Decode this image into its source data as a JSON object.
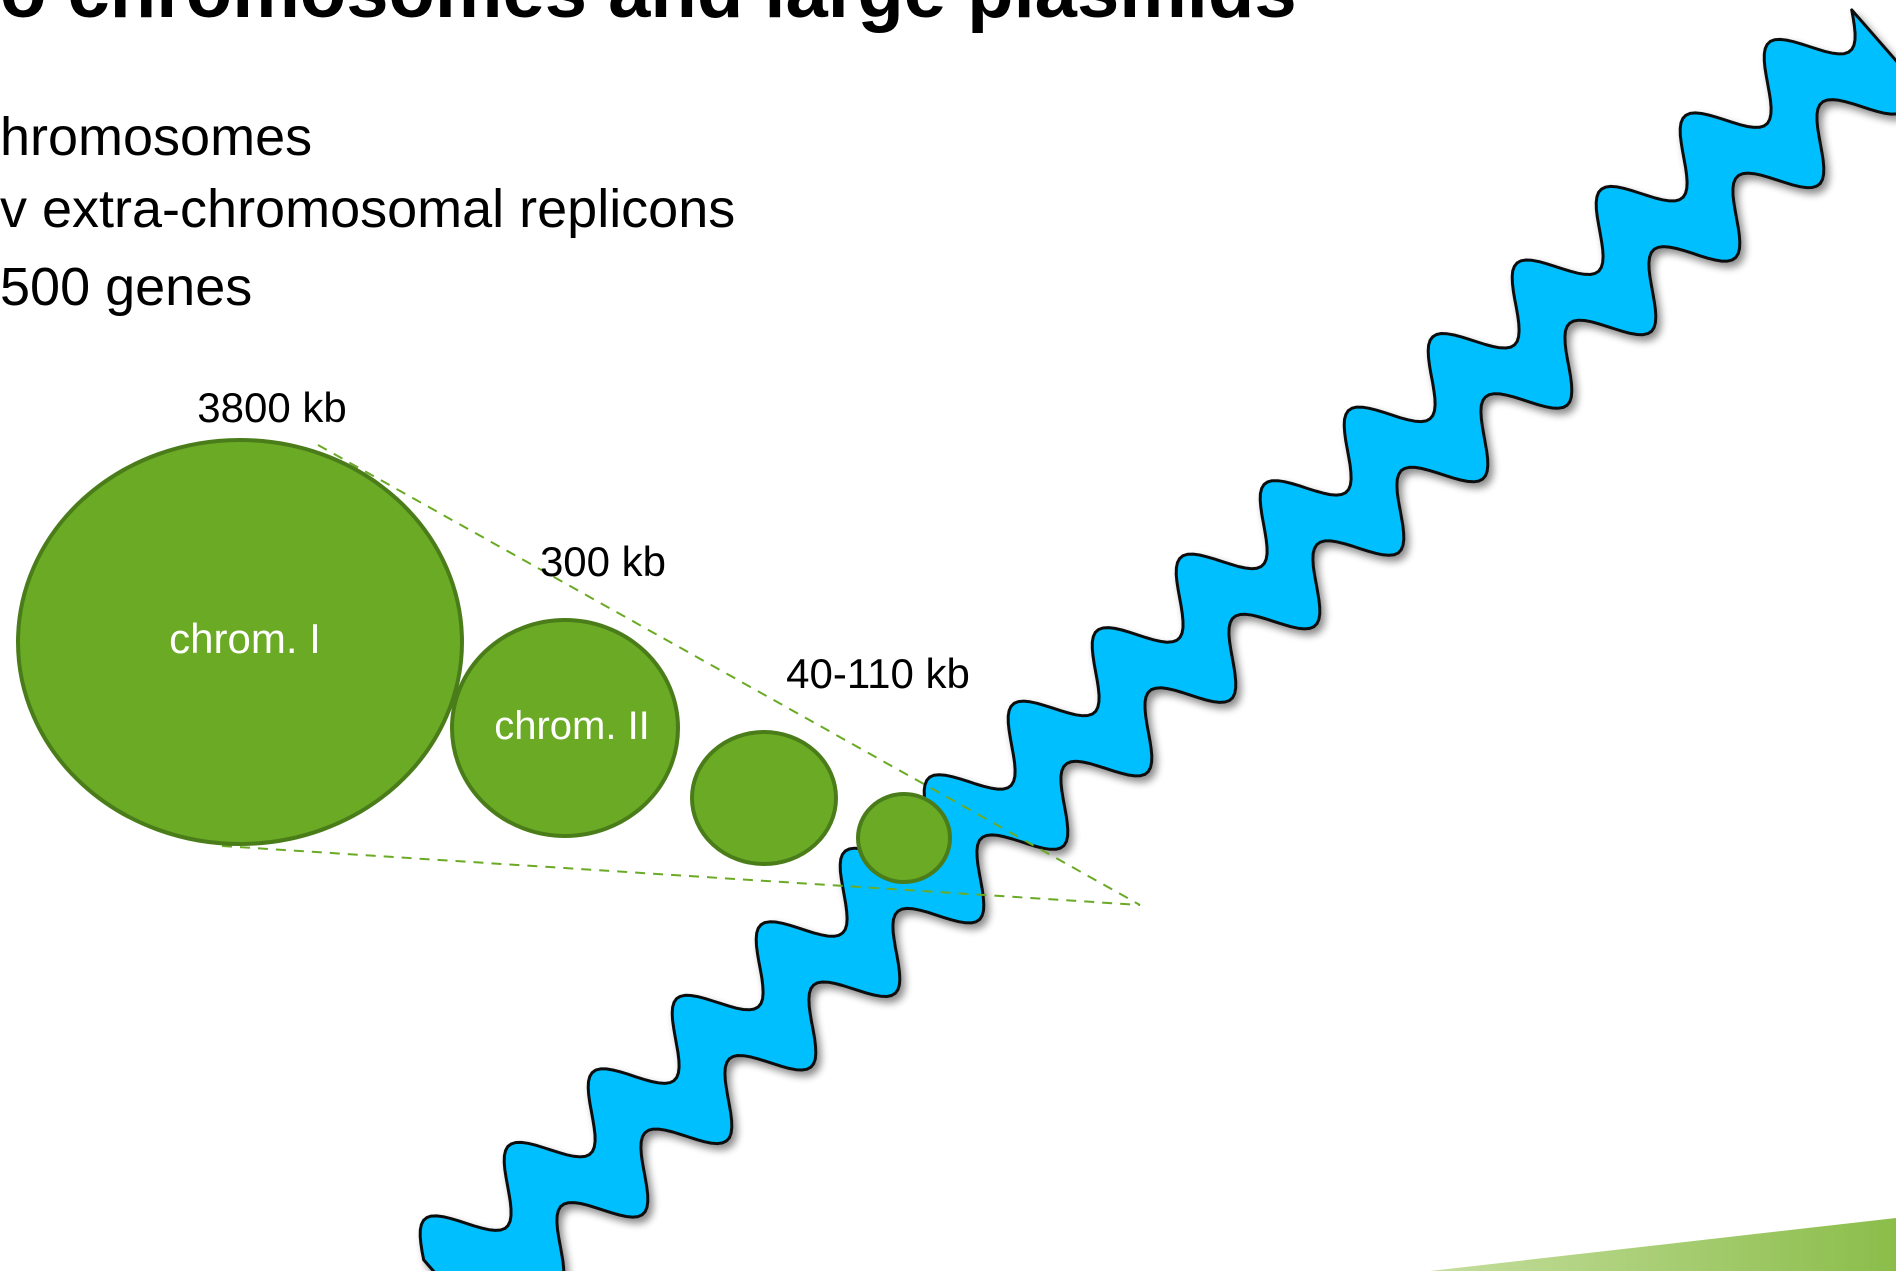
{
  "slide": {
    "title": "o chromosomes and large plasmids",
    "bullets": [
      "hromosomes",
      "v extra-chromosomal replicons",
      "500 genes"
    ]
  },
  "diagram": {
    "size_labels": {
      "chrom1": "3800 kb",
      "chrom2": "300 kb",
      "plasmids": "40-110 kb"
    },
    "circle_labels": {
      "chrom1": "chrom. I",
      "chrom2": "chrom. II"
    },
    "colors": {
      "replicon_fill": "#6aaa25",
      "replicon_stroke": "#4a7d1a",
      "dna_fill": "#00bfff",
      "dna_stroke": "#111111",
      "guide_line": "#6aaa25",
      "corner_accent": "#92c050"
    }
  }
}
